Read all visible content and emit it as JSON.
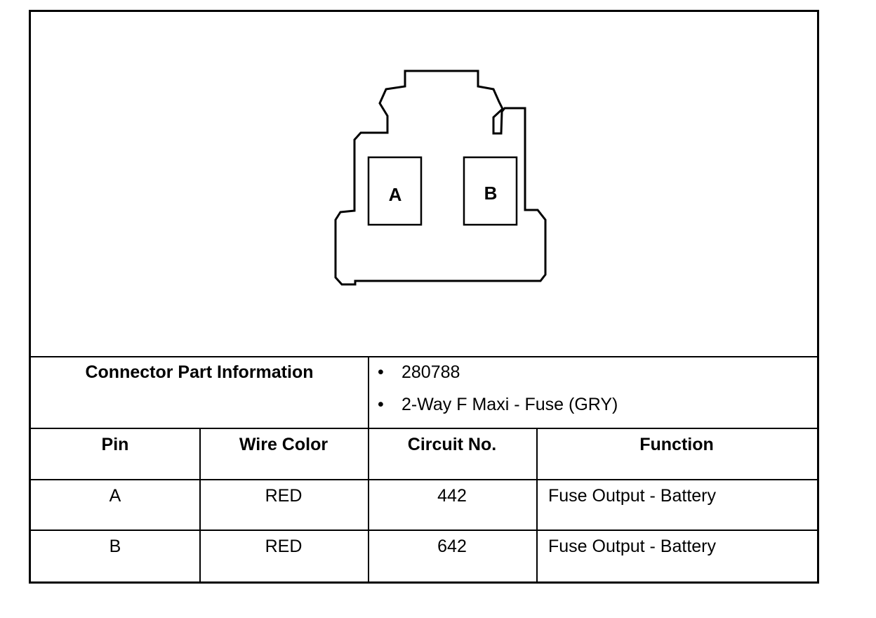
{
  "connector": {
    "pins": [
      "A",
      "B"
    ]
  },
  "part_info": {
    "label": "Connector Part Information",
    "bullets": [
      "280788",
      "2-Way F Maxi - Fuse (GRY)"
    ]
  },
  "table": {
    "headers": [
      "Pin",
      "Wire Color",
      "Circuit No.",
      "Function"
    ],
    "rows": [
      {
        "pin": "A",
        "wire_color": "RED",
        "circuit": "442",
        "function": "Fuse Output - Battery"
      },
      {
        "pin": "B",
        "wire_color": "RED",
        "circuit": "642",
        "function": "Fuse Output - Battery"
      }
    ]
  }
}
